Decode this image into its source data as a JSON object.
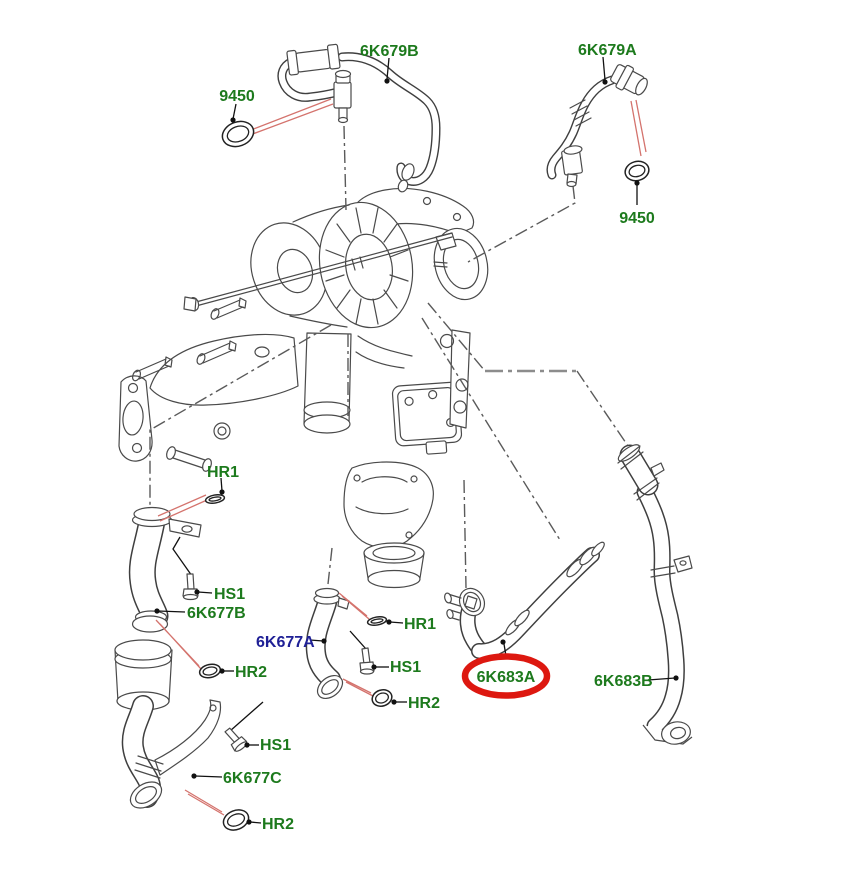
{
  "diagram": {
    "type": "exploded-parts-diagram",
    "subject": "Turbocharger oil and coolant hose parts diagram",
    "colors": {
      "green": "#1d7a1d",
      "blue": "#1f2096",
      "leader_red": "#d4736d",
      "highlight_red": "#dd1810",
      "line": "#4a4a4a"
    },
    "labels": [
      {
        "id": "9450-top-left",
        "text": "9450"
      },
      {
        "id": "6K679B",
        "text": "6K679B"
      },
      {
        "id": "6K679A",
        "text": "6K679A"
      },
      {
        "id": "9450-top-right",
        "text": "9450"
      },
      {
        "id": "HR1-left",
        "text": "HR1"
      },
      {
        "id": "HS1-left",
        "text": "HS1"
      },
      {
        "id": "6K677B",
        "text": "6K677B"
      },
      {
        "id": "6K677A",
        "text": "6K677A"
      },
      {
        "id": "HR1-middle",
        "text": "HR1"
      },
      {
        "id": "HR2-left",
        "text": "HR2"
      },
      {
        "id": "HS1-middle",
        "text": "HS1"
      },
      {
        "id": "HR2-middle",
        "text": "HR2"
      },
      {
        "id": "HS1-bottom",
        "text": "HS1"
      },
      {
        "id": "6K677C",
        "text": "6K677C"
      },
      {
        "id": "HR2-bottom",
        "text": "HR2"
      },
      {
        "id": "6K683A",
        "text": "6K683A",
        "highlighted": true
      },
      {
        "id": "6K683B",
        "text": "6K683B"
      }
    ]
  }
}
